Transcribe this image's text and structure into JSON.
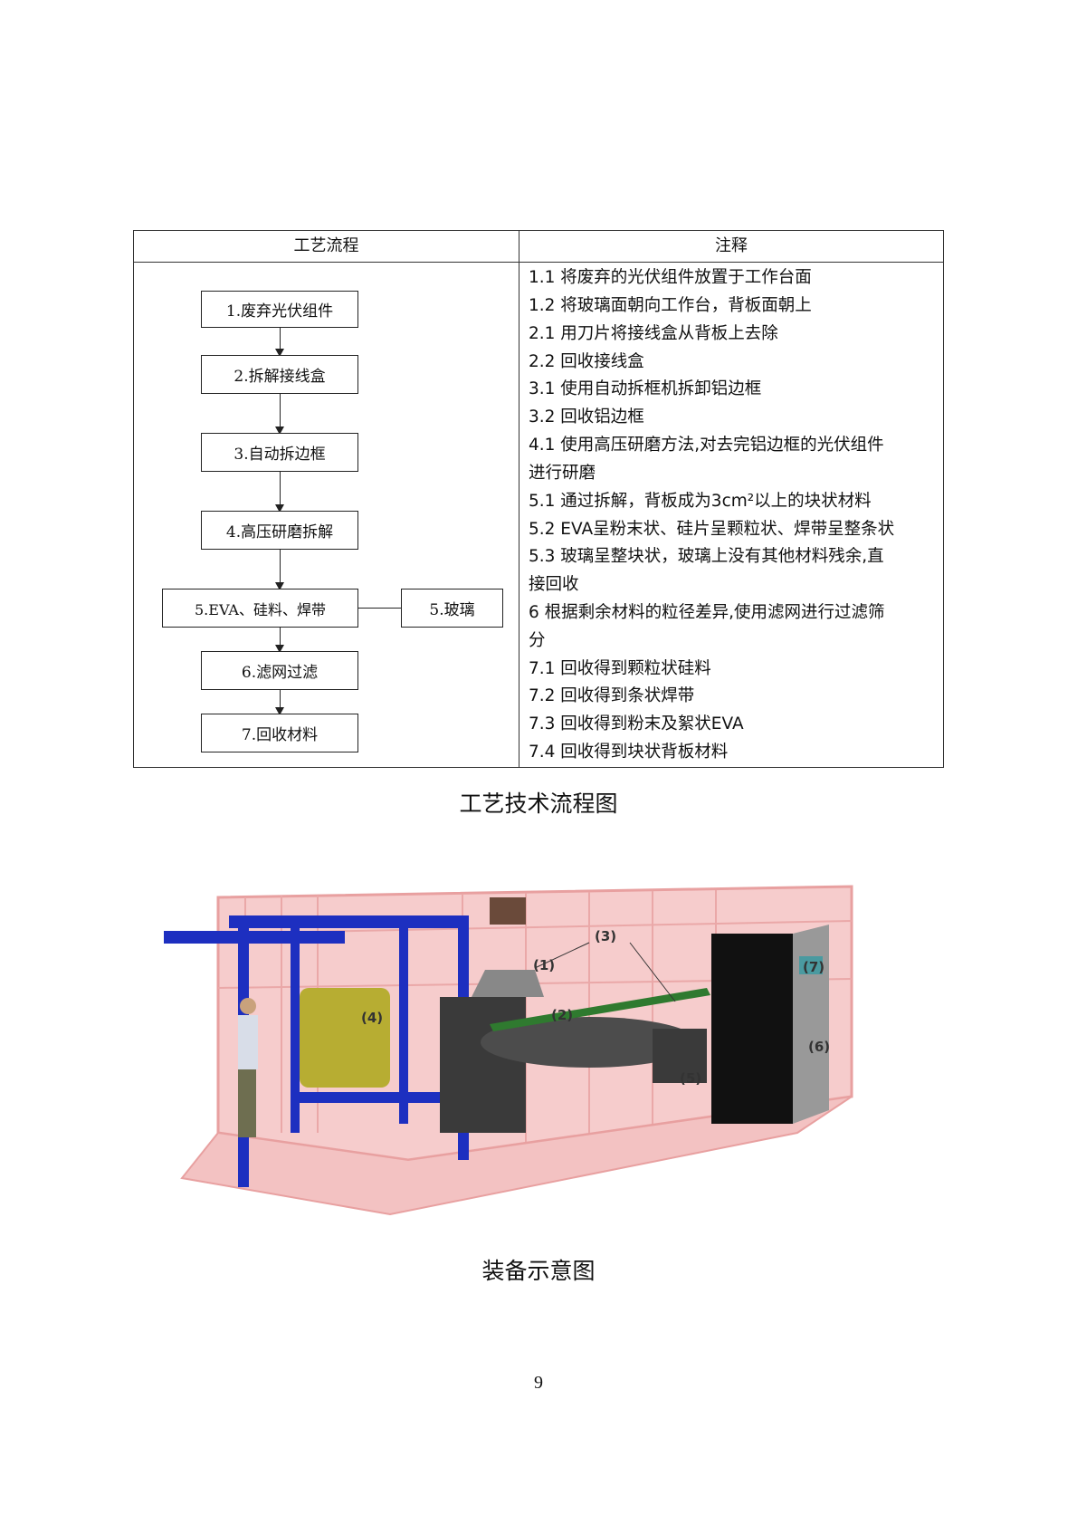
{
  "table": {
    "headers": [
      "工艺流程",
      "注释"
    ],
    "flow": {
      "steps": [
        "1.废弃光伏组件",
        "2.拆解接线盒",
        "3.自动拆边框",
        "4.高压研磨拆解",
        "5.EVA、硅料、焊带",
        "6.滤网过滤",
        "7.回收材料"
      ],
      "side_box": "5.玻璃"
    },
    "notes": [
      "1.1  将废弃的光伏组件放置于工作台面",
      "1.2  将玻璃面朝向工作台，背板面朝上",
      "2.1  用刀片将接线盒从背板上去除",
      "2.2  回收接线盒",
      "3.1  使用自动拆框机拆卸铝边框",
      "3.2  回收铝边框",
      "4.1  使用高压研磨方法,对去完铝边框的光伏组件",
      "进行研磨",
      "5.1  通过拆解，背板成为3cm²以上的块状材料",
      "5.2  EVA呈粉末状、硅片呈颗粒状、焊带呈整条状",
      "5.3  玻璃呈整块状，玻璃上没有其他材料残余,直",
      "接回收",
      "6  根据剩余材料的粒径差异,使用滤网进行过滤筛",
      "分",
      "7.1  回收得到颗粒状硅料",
      "7.2  回收得到条状焊带",
      "7.3  回收得到粉末及絮状EVA",
      "7.4  回收得到块状背板材料"
    ]
  },
  "caption_flow": "工艺技术流程图",
  "figure": {
    "labels": [
      "(1)",
      "(2)",
      "(3)",
      "(4)",
      "(5)",
      "(6)",
      "(7)"
    ]
  },
  "caption_equipment": "装备示意图",
  "page_number": "9"
}
